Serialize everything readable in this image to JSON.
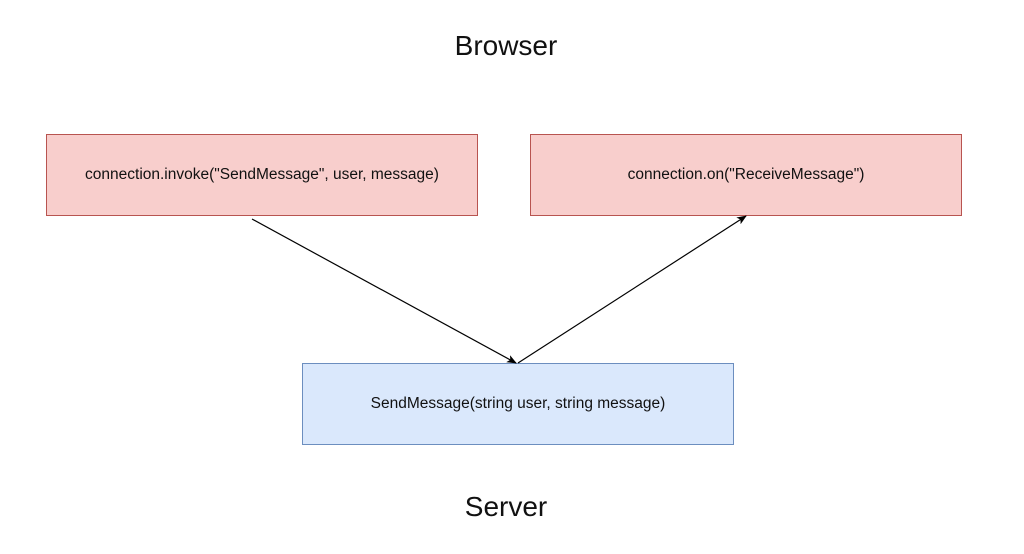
{
  "diagram": {
    "top_label": "Browser",
    "bottom_label": "Server",
    "nodes": {
      "invoke": "connection.invoke(\"SendMessage\", user, message)",
      "receive": "connection.on(\"ReceiveMessage\")",
      "server_method": "SendMessage(string user, string message)"
    },
    "edges": [
      {
        "from": "invoke",
        "to": "server_method"
      },
      {
        "from": "server_method",
        "to": "receive"
      }
    ],
    "colors": {
      "browser_fill": "#f8cecc",
      "browser_stroke": "#b85450",
      "server_fill": "#dae8fc",
      "server_stroke": "#6c8ebf",
      "arrow": "#000000"
    }
  }
}
